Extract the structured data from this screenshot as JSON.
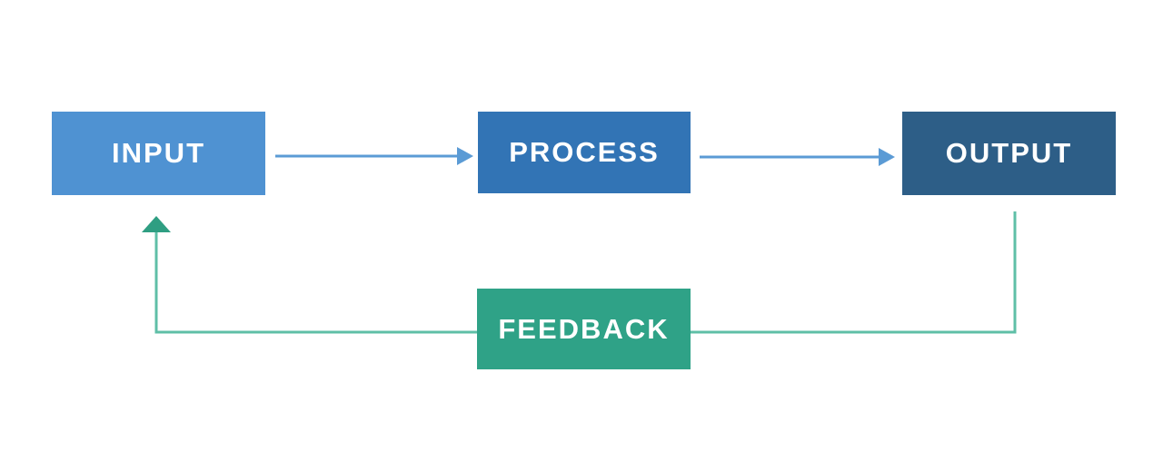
{
  "diagram": {
    "type": "flowchart",
    "nodes": [
      {
        "id": "input",
        "label": "INPUT"
      },
      {
        "id": "process",
        "label": "PROCESS"
      },
      {
        "id": "output",
        "label": "OUTPUT"
      },
      {
        "id": "feedback",
        "label": "FEEDBACK"
      }
    ],
    "edges": [
      {
        "from": "input",
        "to": "process",
        "style": "arrow"
      },
      {
        "from": "process",
        "to": "output",
        "style": "arrow"
      },
      {
        "from": "output",
        "to": "input",
        "via": "feedback",
        "style": "arrow"
      }
    ]
  },
  "colors": {
    "node_input": "#4f92d2",
    "node_process": "#3274b5",
    "node_output": "#2d5e87",
    "node_feedback": "#2fa287",
    "arrow_line": "#5b9bd5",
    "feedback_line": "#5fbfa7",
    "feedback_arrow": "#2f9e82",
    "label_text": "#ffffff",
    "background": "#ffffff"
  }
}
